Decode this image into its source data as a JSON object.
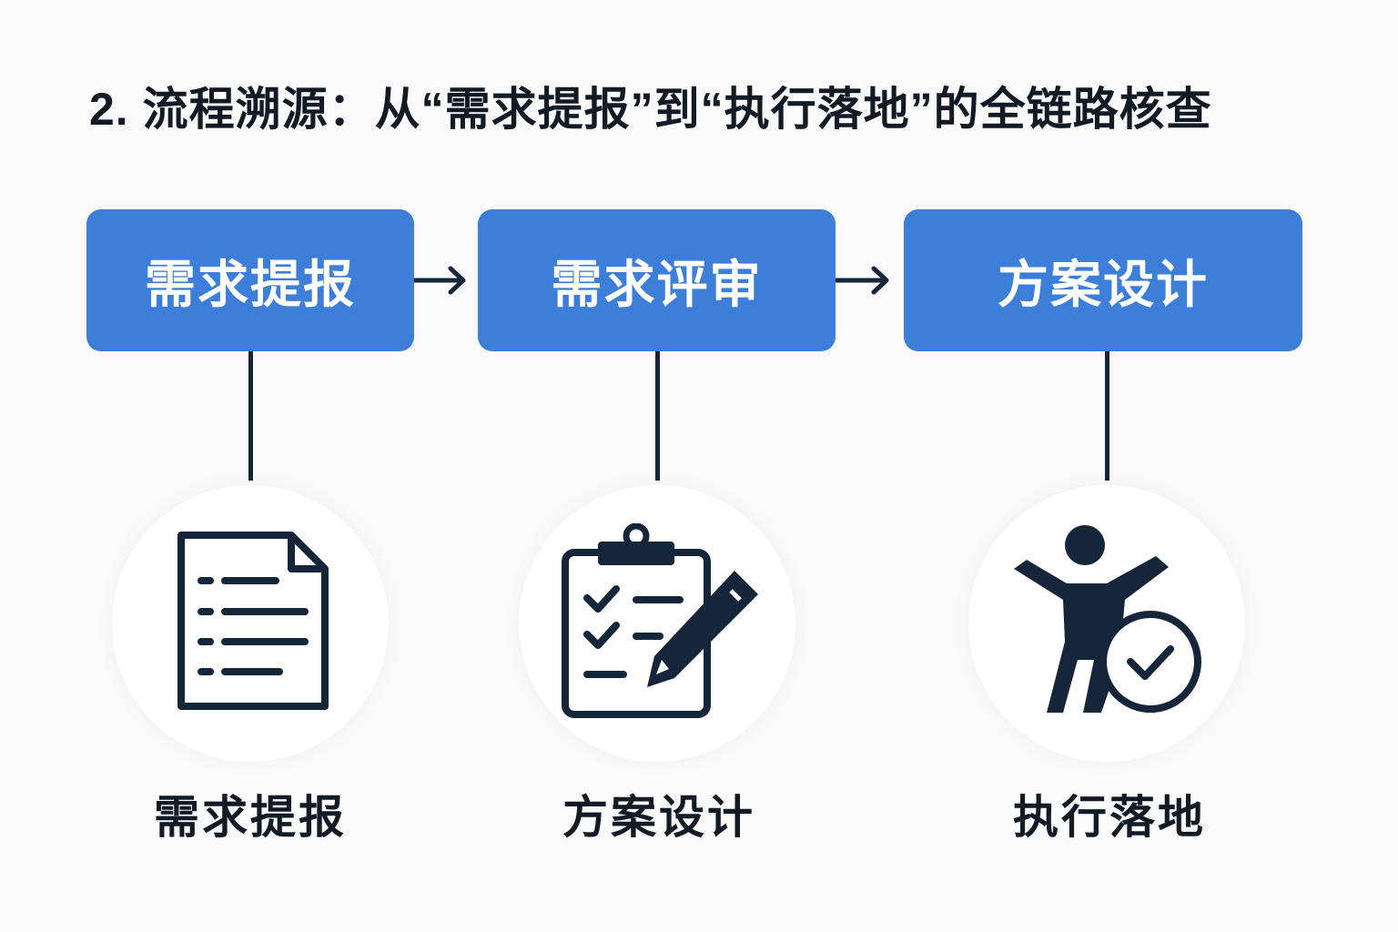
{
  "title": "2. 流程溯源：从“需求提报”到“执行落地”的全链路核查",
  "flow_steps": [
    {
      "label": "需求提报"
    },
    {
      "label": "需求评审"
    },
    {
      "label": "方案设计"
    }
  ],
  "stages": [
    {
      "label": "需求提报",
      "icon": "document-icon"
    },
    {
      "label": "方案设计",
      "icon": "clipboard-pencil-icon"
    },
    {
      "label": "执行落地",
      "icon": "person-check-icon"
    }
  ],
  "colors": {
    "box": "#3d7fd8",
    "ink": "#15253a",
    "background": "#fafafa"
  }
}
